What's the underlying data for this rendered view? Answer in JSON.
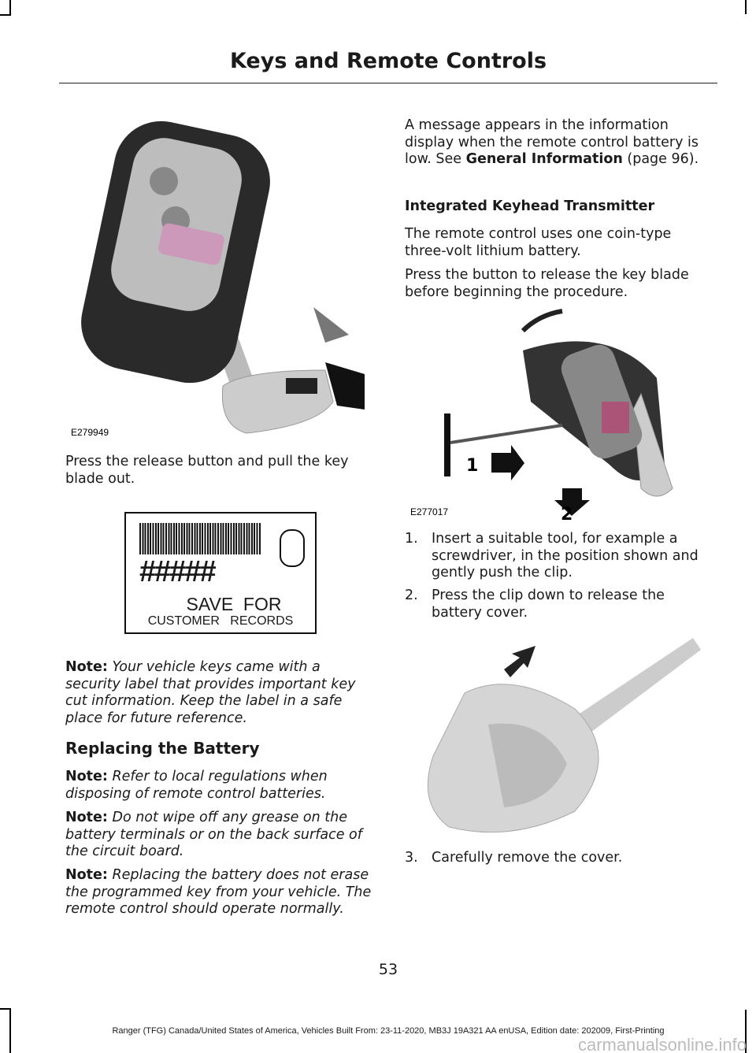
{
  "header": {
    "title": "Keys and Remote Controls"
  },
  "left": {
    "fig1_id": "E279949",
    "p1": "Press the release button and pull the key blade out.",
    "label": {
      "hashes": "#####",
      "line1": "SAVE  FOR",
      "line2": "CUSTOMER   RECORDS"
    },
    "note1": {
      "label": "Note:",
      "text": " Your vehicle keys came with a security label that provides important key cut information.  Keep the label in a safe place for future reference."
    },
    "heading": "Replacing the Battery",
    "note2": {
      "label": "Note:",
      "text": " Refer to local regulations when disposing of remote control batteries."
    },
    "note3": {
      "label": "Note:",
      "text": " Do not wipe off any grease on the battery terminals or on the back surface of the circuit board."
    },
    "note4": {
      "label": "Note:",
      "text": " Replacing the battery does not erase the programmed key from your vehicle.  The remote control should operate normally."
    }
  },
  "right": {
    "p1_a": "A message appears in the information display when the remote control battery is low.  See ",
    "p1_link": "General Information",
    "p1_b": " (page 96).",
    "heading": "Integrated Keyhead Transmitter",
    "p2": "The remote control uses one coin-type three-volt lithium battery.",
    "p3": "Press the button to release the key blade before beginning the procedure.",
    "fig2_id": "E277017",
    "callout1": "1",
    "callout2": "2",
    "steps": [
      {
        "n": "1.",
        "text": "Insert a suitable tool, for example a screwdriver, in the position shown and gently push the clip."
      },
      {
        "n": "2.",
        "text": "Press the clip down to release the battery cover."
      },
      {
        "n": "3.",
        "text": "Carefully remove the cover."
      }
    ]
  },
  "footer": {
    "page": "53",
    "text": "Ranger (TFG) Canada/United States of America, Vehicles Built From: 23-11-2020, MB3J 19A321 AA enUSA, Edition date: 202009, First-Printing",
    "watermark": "carmanualsonline.info"
  }
}
